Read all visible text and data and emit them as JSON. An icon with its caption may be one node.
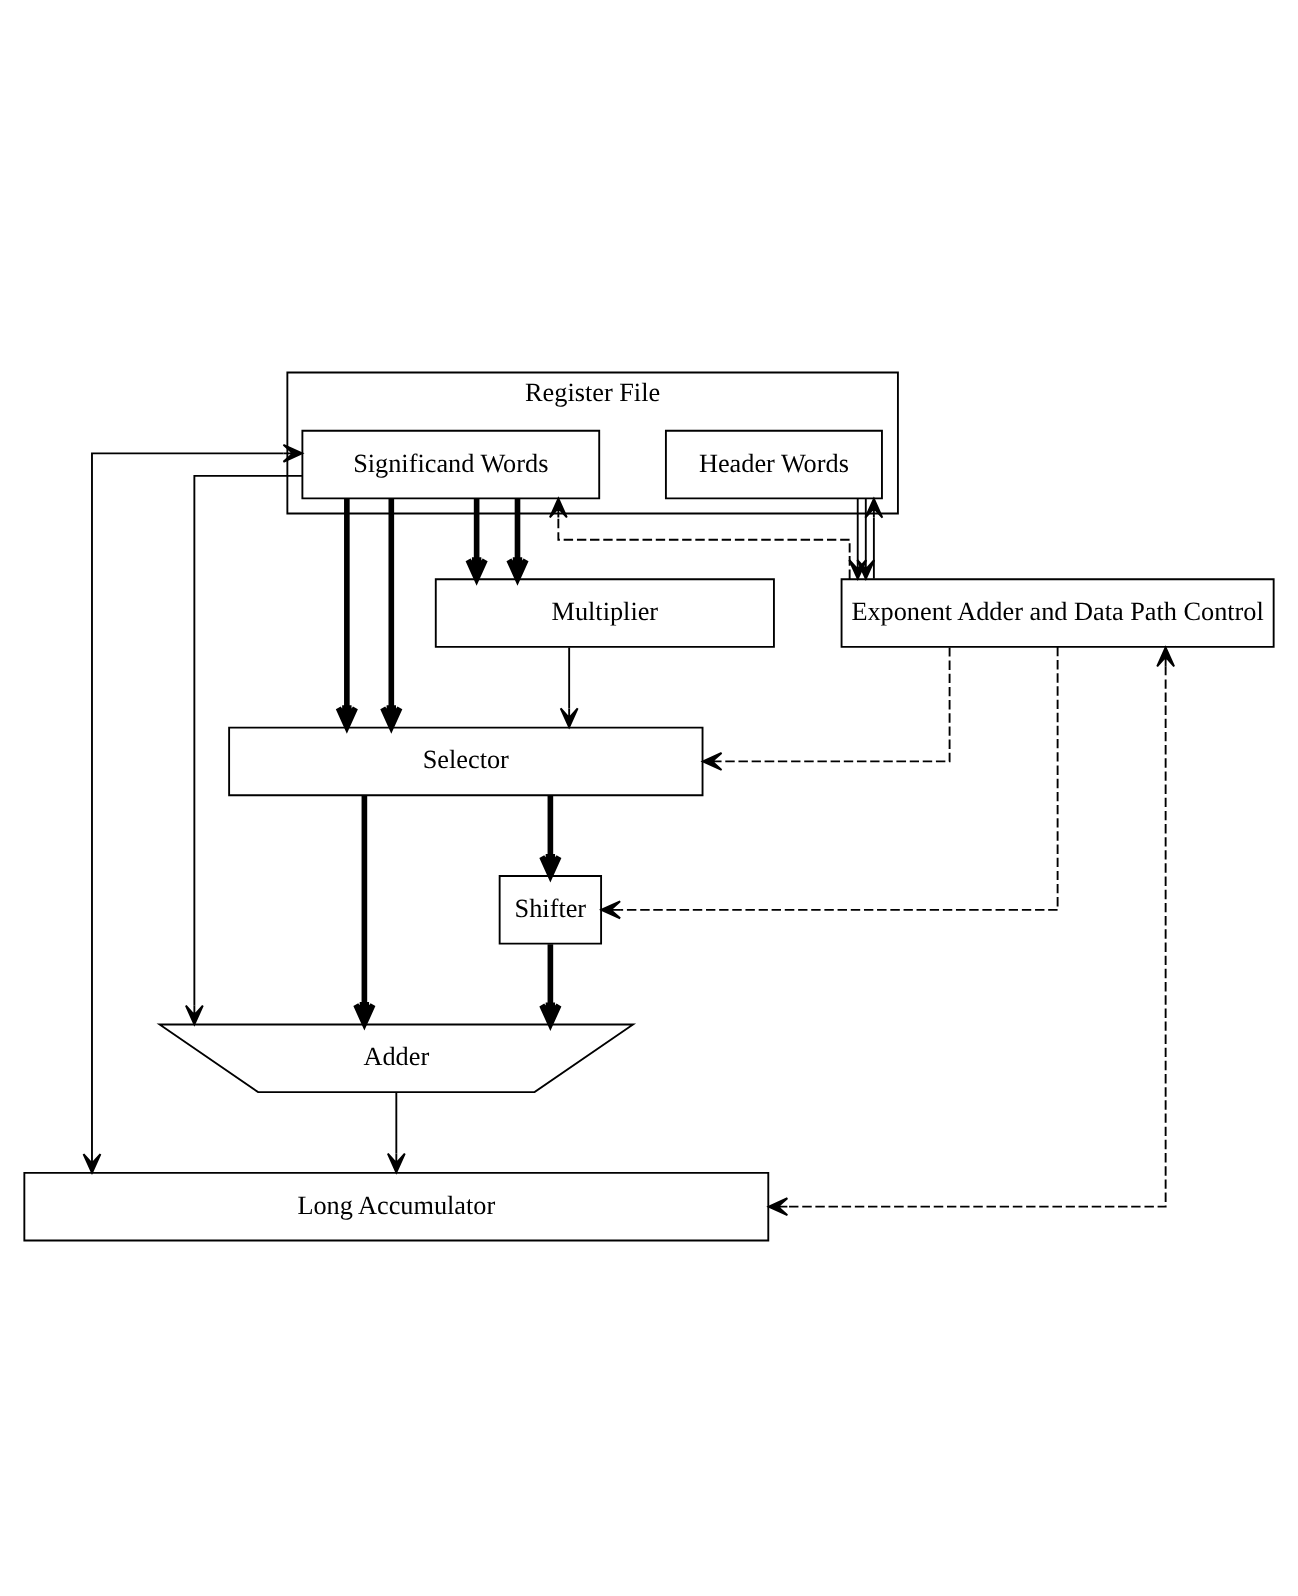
{
  "diagram": {
    "nodes": [
      {
        "text": [
          "Register File"
        ]
      },
      {
        "text": [
          "Significand Words"
        ],
        "in": 0
      },
      {
        "text": [
          "Header Words"
        ],
        "in": 0
      },
      {
        "text": [
          "Multiplier"
        ]
      },
      {
        "text": [
          "Exponent Adder and Data Path Control"
        ]
      },
      {
        "text": [
          "Selector"
        ]
      },
      {
        "text": [
          "Shifter"
        ]
      },
      {
        "text": [
          "Adder"
        ]
      },
      {
        "text": [
          "Long Accumulator"
        ]
      }
    ],
    "edges": [
      {
        "from": 1,
        "to": 3,
        "arrow": "to",
        "style": "thick"
      },
      {
        "from": 1,
        "to": 3,
        "arrow": "to",
        "style": "thick"
      },
      {
        "from": 1,
        "to": 5,
        "arrow": "to",
        "style": "thick"
      },
      {
        "from": 1,
        "to": 5,
        "arrow": "to",
        "style": "thick"
      },
      {
        "from": 3,
        "to": 5,
        "arrow": "to"
      },
      {
        "from": 2,
        "to": 4,
        "arrow": "to"
      },
      {
        "from": 2,
        "to": 4,
        "arrow": "to"
      },
      {
        "from": 4,
        "to": 2,
        "arrow": "to"
      },
      {
        "from": 4,
        "to": 1,
        "arrow": "to",
        "style": "dashed"
      },
      {
        "from": 4,
        "to": 5,
        "arrow": "to",
        "style": "dashed"
      },
      {
        "from": 4,
        "to": 6,
        "arrow": "to",
        "style": "dashed"
      },
      {
        "from": 4,
        "to": 8,
        "arrow": "both",
        "style": "dashed"
      },
      {
        "from": 5,
        "to": 7,
        "arrow": "to",
        "style": "thick"
      },
      {
        "from": 5,
        "to": 6,
        "arrow": "to",
        "style": "thick"
      },
      {
        "from": 6,
        "to": 7,
        "arrow": "to",
        "style": "thick"
      },
      {
        "from": 7,
        "to": 8,
        "arrow": "to"
      },
      {
        "from": 1,
        "to": 8,
        "arrow": "both"
      },
      {
        "from": 1,
        "to": 7,
        "arrow": "to"
      }
    ]
  }
}
